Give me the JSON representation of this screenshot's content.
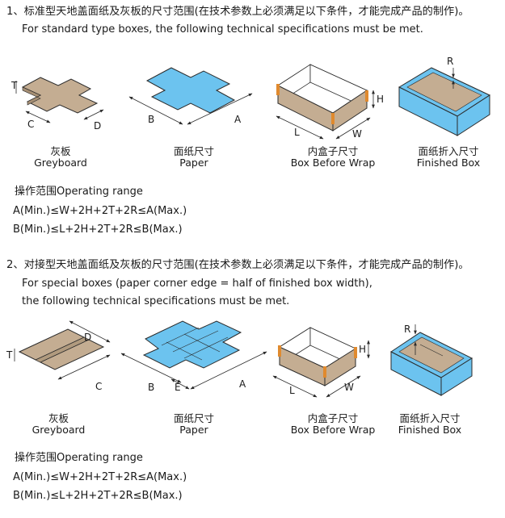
{
  "section1": {
    "title_cn": "1、标准型天地盖面纸及灰板的尺寸范围(在技术参数上必须满足以下条件，才能完成产品的制作)。",
    "title_en": "For standard type boxes, the following technical specifications must be met.",
    "captions": [
      {
        "cn": "灰板",
        "en": "Greyboard"
      },
      {
        "cn": "面纸尺寸",
        "en": "Paper"
      },
      {
        "cn": "内盒子尺寸",
        "en": "Box Before Wrap"
      },
      {
        "cn": "面纸折入尺寸",
        "en": "Finished Box"
      }
    ],
    "range_title": "操作范围Operating range",
    "formula_a": "A(Min.)≤W+2H+2T+2R≤A(Max.)",
    "formula_b": "B(Min.)≤L+2H+2T+2R≤B(Max.)",
    "labels": {
      "T": "T",
      "C": "C",
      "D": "D",
      "B": "B",
      "A": "A",
      "H": "H",
      "L": "L",
      "W": "W",
      "R": "R"
    }
  },
  "section2": {
    "title_cn": "2、对接型天地盖面纸及灰板的尺寸范围(在技术参数上必须满足以下条件，才能完成产品的制作)。",
    "title_en_1": "For special boxes (paper corner edge = half of finished box width),",
    "title_en_2": "the following technical specifications must be met.",
    "captions": [
      {
        "cn": "灰板",
        "en": "Greyboard"
      },
      {
        "cn": "面纸尺寸",
        "en": "Paper"
      },
      {
        "cn": "内盒子尺寸",
        "en": "Box Before Wrap"
      },
      {
        "cn": "面纸折入尺寸",
        "en": "Finished Box"
      }
    ],
    "range_title": "操作范围Operating range",
    "formula_a": "A(Min.)≤W+2H+2T+2R≤A(Max.)",
    "formula_b": "B(Min.)≤L+2H+2T+2R≤B(Max.)",
    "labels": {
      "T": "T",
      "D": "D",
      "C": "C",
      "B": "B",
      "E": "E",
      "A": "A",
      "H": "H",
      "L": "L",
      "W": "W",
      "R": "R"
    }
  },
  "colors": {
    "greyboard": "#c4ad92",
    "paper": "#6cc3ef",
    "outline": "#2a2a2a",
    "corner_tape": "#e08a2e"
  }
}
